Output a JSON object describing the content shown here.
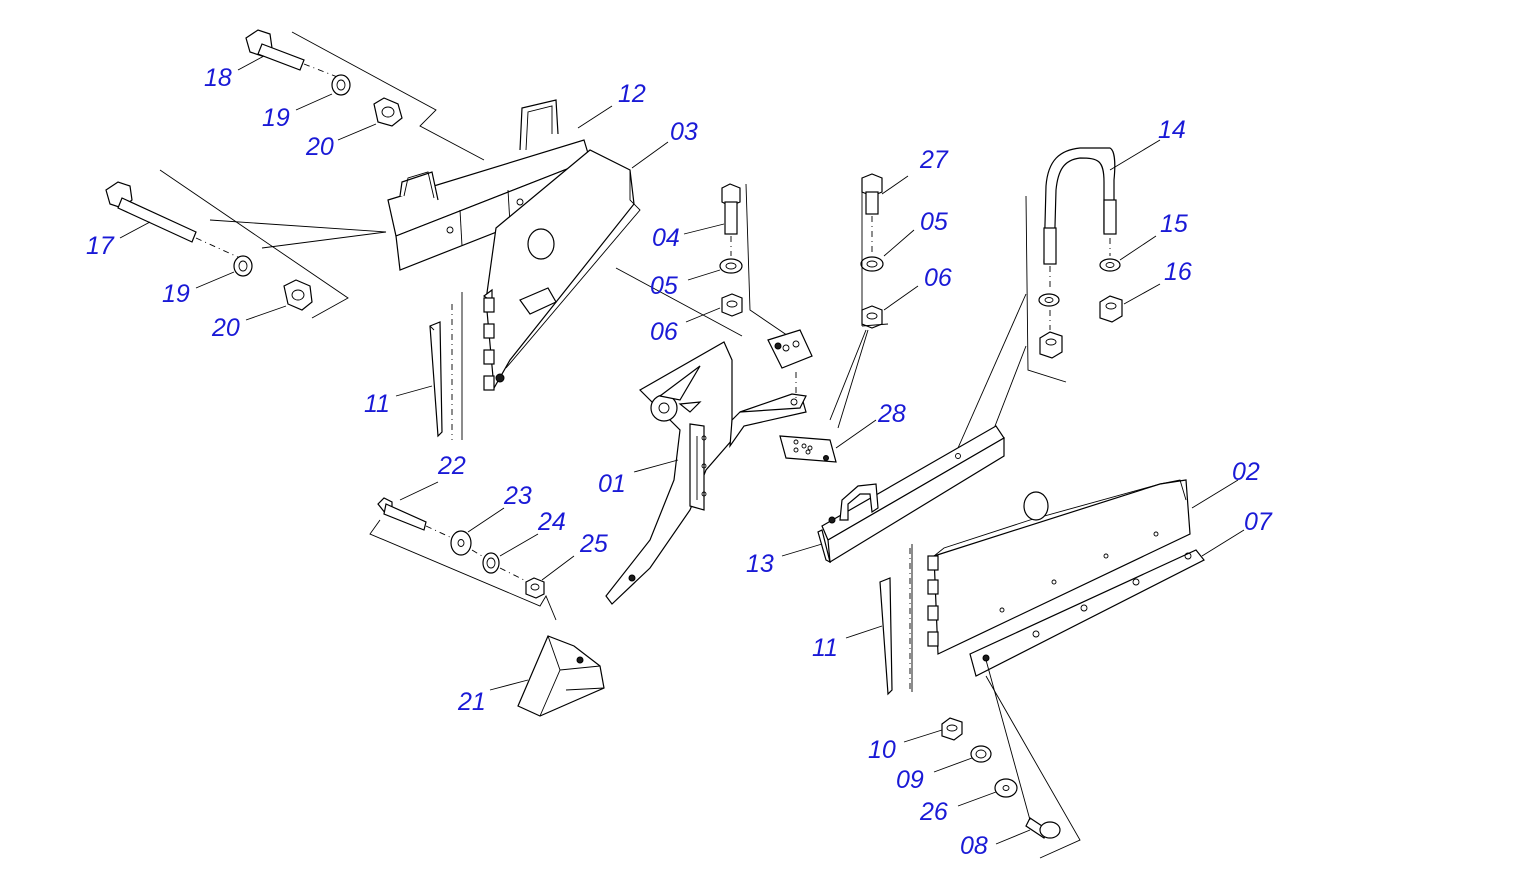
{
  "labels": {
    "l18": "18",
    "l19a": "19",
    "l20a": "20",
    "l12": "12",
    "l03": "03",
    "l17": "17",
    "l19b": "19",
    "l20b": "20",
    "l11a": "11",
    "l04": "04",
    "l05a": "05",
    "l06a": "06",
    "l27": "27",
    "l05b": "05",
    "l06b": "06",
    "l28": "28",
    "l14": "14",
    "l15": "15",
    "l16": "16",
    "l01": "01",
    "l22": "22",
    "l23": "23",
    "l24": "24",
    "l25": "25",
    "l21": "21",
    "l13": "13",
    "l02": "02",
    "l07": "07",
    "l11b": "11",
    "l10": "10",
    "l09": "09",
    "l26": "26",
    "l08": "08"
  },
  "colors": {
    "label": "#1a1ad6",
    "line": "#000000",
    "background": "#ffffff"
  }
}
